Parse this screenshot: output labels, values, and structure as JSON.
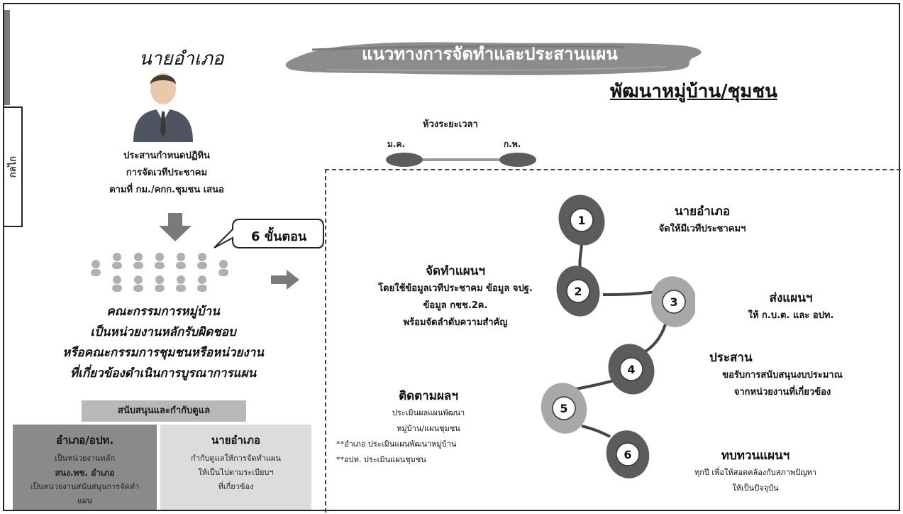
{
  "side_tab_label": "กลไก",
  "title": "แนวทางการจัดทำและประสานแผน",
  "subtitle": "พัฒนาหมู่บ้าน/ชุมชน",
  "left": {
    "nai_title": "นายอำเภอ",
    "coordinate_lines": [
      "ประสานกำหนดปฏิทิน",
      "การจัดเวทีประชาคม",
      "ตามที่ กม./คกก.ชุมชน เสนอ"
    ],
    "bubble": "6 ขั้นตอน",
    "committee_lines": [
      "คณะกรรมการหมู่บ้าน",
      "เป็นหน่วยงานหลักรับผิดชอบ",
      "หรือคณะกรรมการชุมชนหรือหน่วยงาน",
      "ที่เกี่ยวข้องดำเนินการบูรณาการแผน"
    ],
    "support_label": "สนับสนุนและกำกับดูแล",
    "box_left": {
      "head": "อำเภอ/อปท.",
      "lines": [
        "เป็นหน่วยงานหลัก",
        "สนง.พช. อำเภอ",
        "เป็นหน่วยงานสนับสนุนการจัดทำ",
        "แผน"
      ]
    },
    "box_right": {
      "head": "นายอำเภอ",
      "lines": [
        "กำกับดูแลให้การจัดทำแผน",
        "ให้เป็นไปตามระเบียบฯ",
        "ที่เกี่ยวข้อง"
      ]
    }
  },
  "timeline": {
    "label": "ห้วงระยะเวลา",
    "start": "ม.ค.",
    "end": "ก.พ."
  },
  "steps": [
    {
      "num": "1",
      "head": "นายอำเภอ",
      "lines": [
        "จัดให้มีเวทีประชาคมฯ"
      ]
    },
    {
      "num": "2",
      "head": "จัดทำแผนฯ",
      "lines": [
        "โดยใช้ข้อมูลเวทีประชาคม ข้อมูล จปฐ.",
        "ข้อมูล กชช.2ค.",
        "พร้อมจัดลำดับความสำคัญ"
      ]
    },
    {
      "num": "3",
      "head": "ส่งแผนฯ",
      "lines": [
        "ให้ ก.บ.ต. และ อปท."
      ]
    },
    {
      "num": "4",
      "head": "ประสาน",
      "lines": [
        "ขอรับการสนับสนุนงบประมาณ",
        "จากหน่วยงานที่เกี่ยวข้อง"
      ]
    },
    {
      "num": "5",
      "head": "ติดตามผลฯ",
      "lines": [
        "ประเมินผลแผนพัฒนา",
        "หมู่บ้าน/แผนชุมชน",
        "**อำเภอ ประเมินแผนพัฒนาหมู่บ้าน",
        "**อปท. ประเมินแผนชุมชน"
      ]
    },
    {
      "num": "6",
      "head": "ทบทวนแผนฯ",
      "lines": [
        "ทุกปี เพื่อให้สอดคล้องกับสภาพปัญหา",
        "ให้เป็นปัจจุบัน"
      ]
    }
  ],
  "colors": {
    "dark_node": "#5c5c5c",
    "light_node": "#a8a8a8",
    "brush": "#8c8c8c"
  }
}
